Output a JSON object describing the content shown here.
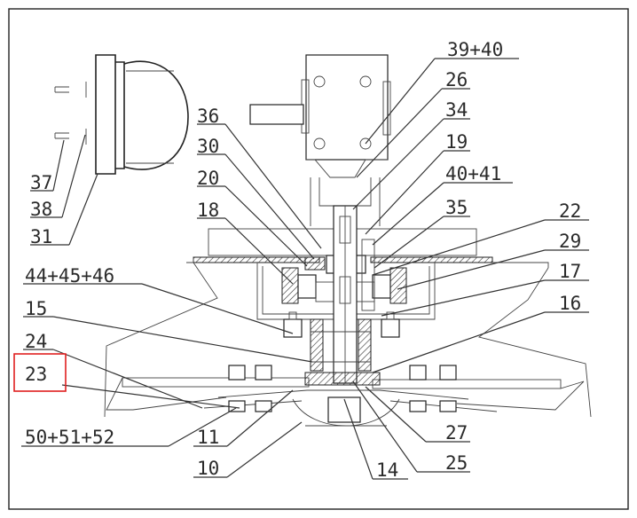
{
  "diagram": {
    "labels": {
      "l37": "37",
      "l38": "38",
      "l31": "31",
      "l36": "36",
      "l30": "30",
      "l20": "20",
      "l18": "18",
      "l44": "44+45+46",
      "l15": "15",
      "l24": "24",
      "l23": "23",
      "l50": "50+51+52",
      "l11": "11",
      "l10": "10",
      "l14": "14",
      "l25": "25",
      "l27": "27",
      "l16": "16",
      "l17": "17",
      "l29": "29",
      "l22": "22",
      "l35": "35",
      "l40": "40+41",
      "l19": "19",
      "l34": "34",
      "l26": "26",
      "l39": "39+40"
    },
    "highlight_color": "#e02020",
    "line_color": "#333333"
  }
}
